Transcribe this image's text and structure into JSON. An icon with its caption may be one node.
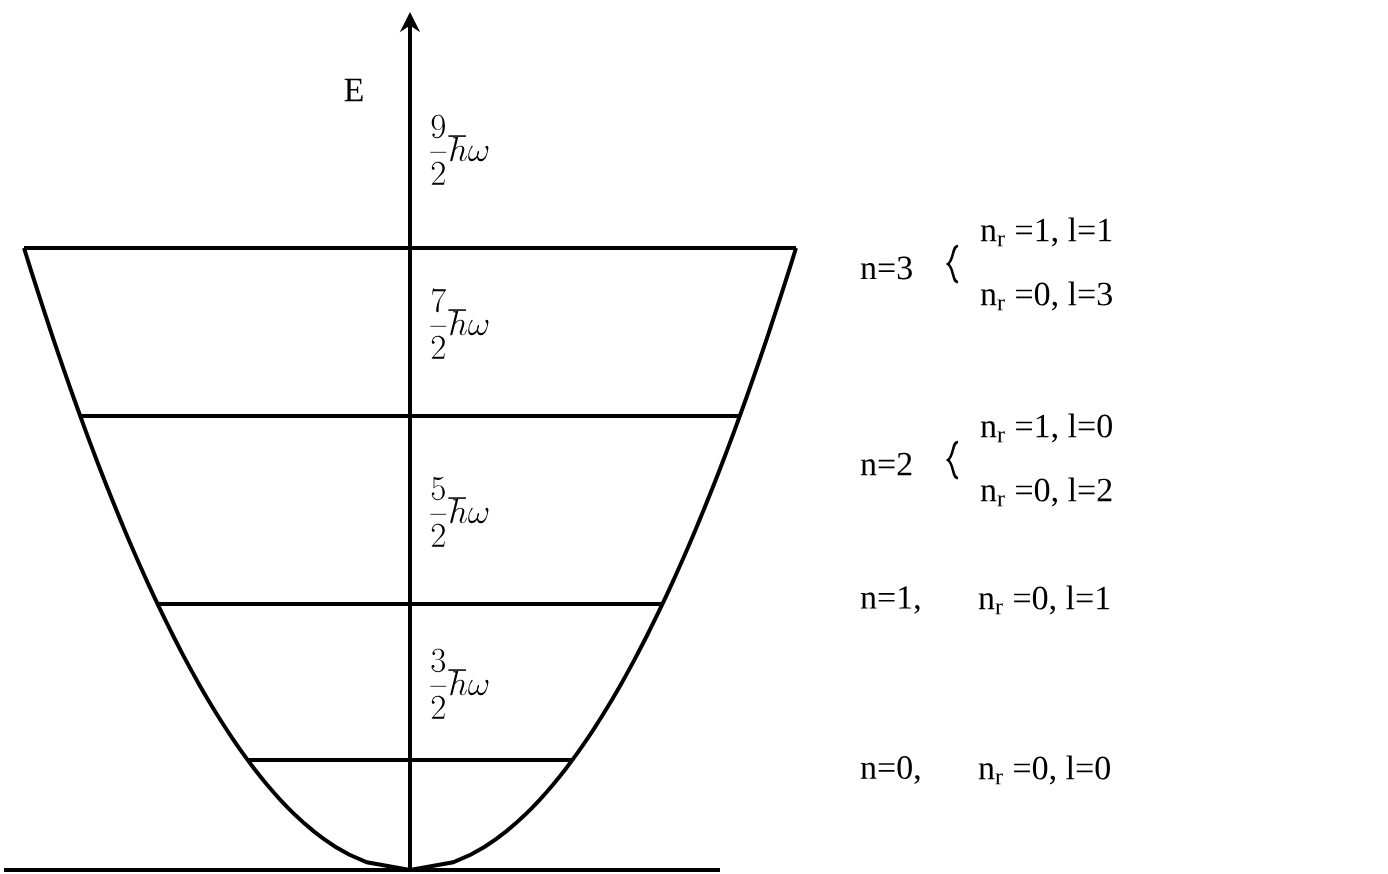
{
  "diagram": {
    "labels": [
      "E",
      "\\frac{9}{2}\\hbar\\omega",
      "n$_{r}$ =1, l=1",
      "n=3",
      "n$_{r}$ =0, l=3",
      "\\frac{7}{2}\\hbar\\omega",
      "n$_{r}$ =1, l=0",
      "n=2",
      "n$_{r}$ =0, l=2",
      "\\frac{5}{2}\\hbar\\omega",
      "n=1,",
      "n$_{r}$ =0, l=1",
      "\\frac{3}{2}\\hbar\\omega",
      "n=0,",
      "n$_{r}$ =0, l=0"
    ]
  }
}
